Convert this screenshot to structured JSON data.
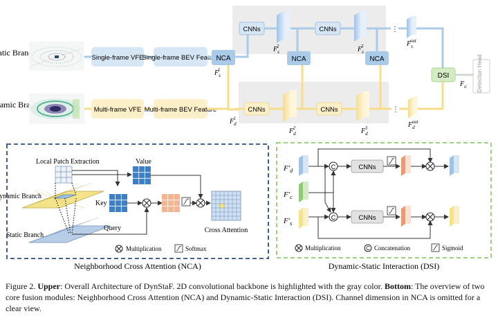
{
  "upper": {
    "static_branch": "Static Branch",
    "dynamic_branch": "Dynamic Branch",
    "single_frame_vfe": "Single-frame VFE",
    "single_frame_bev": "Single-frame BEV Feature",
    "multi_frame_vfe": "Multi-frame VFE",
    "multi_frame_bev": "Multi-frame BEV Feature",
    "nca": "NCA",
    "cnns": "CNNs",
    "dsi": "DSI",
    "detection_head": "Detection Head",
    "fs1": "F",
    "fs1_sub": "s",
    "fs1_sup": "1",
    "fd1_sub": "d",
    "fd1_sup": "1",
    "s2_sup": "2",
    "s3_sup": "3",
    "out_sup": "out",
    "fo_sub": "o",
    "ellipsis": "⋮"
  },
  "nca_panel": {
    "title": "Neighborhood Cross Attention (NCA)",
    "local_patch": "Local Patch Extraction",
    "value": "Value",
    "key": "Key",
    "query": "Query",
    "dynamic_branch": "Dynamic Branch",
    "static_branch": "Static Branch",
    "cross_attention": "Cross Attention",
    "multiplication": "Multiplication",
    "softmax": "Softmax"
  },
  "dsi_panel": {
    "title": "Dynamic-Static Interaction (DSI)",
    "cnns": "CNNs",
    "concat_symbol": "C",
    "fd_sub": "d",
    "fc_sub": "c",
    "fs_sub": "s",
    "multiplication": "Multiplication",
    "concatenation": "Concatenation",
    "sigmoid": "Sigmoid"
  },
  "caption": {
    "fig_label": "Figure 2.",
    "upper_label": "Upper",
    "upper_text": ": Overall Architecture of DynStaF. 2D convolutional backbone is highlighted with the gray color.",
    "bottom_label": "Bottom",
    "bottom_text": ": The overview of two core fusion modules: Neighborhood Cross Attention (NCA) and Dynamic-Static Interaction (DSI). Channel dimension in NCA is omitted for a clear view."
  },
  "colors": {
    "blue_box": "#d6e6f5",
    "blue_line": "#a9cbe8",
    "yellow_box": "#fdf0c8",
    "yellow_line": "#f7dc8a",
    "green_box": "#d5ebc4",
    "orange_box": "#f6c3a6",
    "gray_bg": "#ececec",
    "nca_border": "#2a4f8a",
    "dsi_border": "#8ccf6b",
    "grid_blue": "#3d7fc2"
  }
}
